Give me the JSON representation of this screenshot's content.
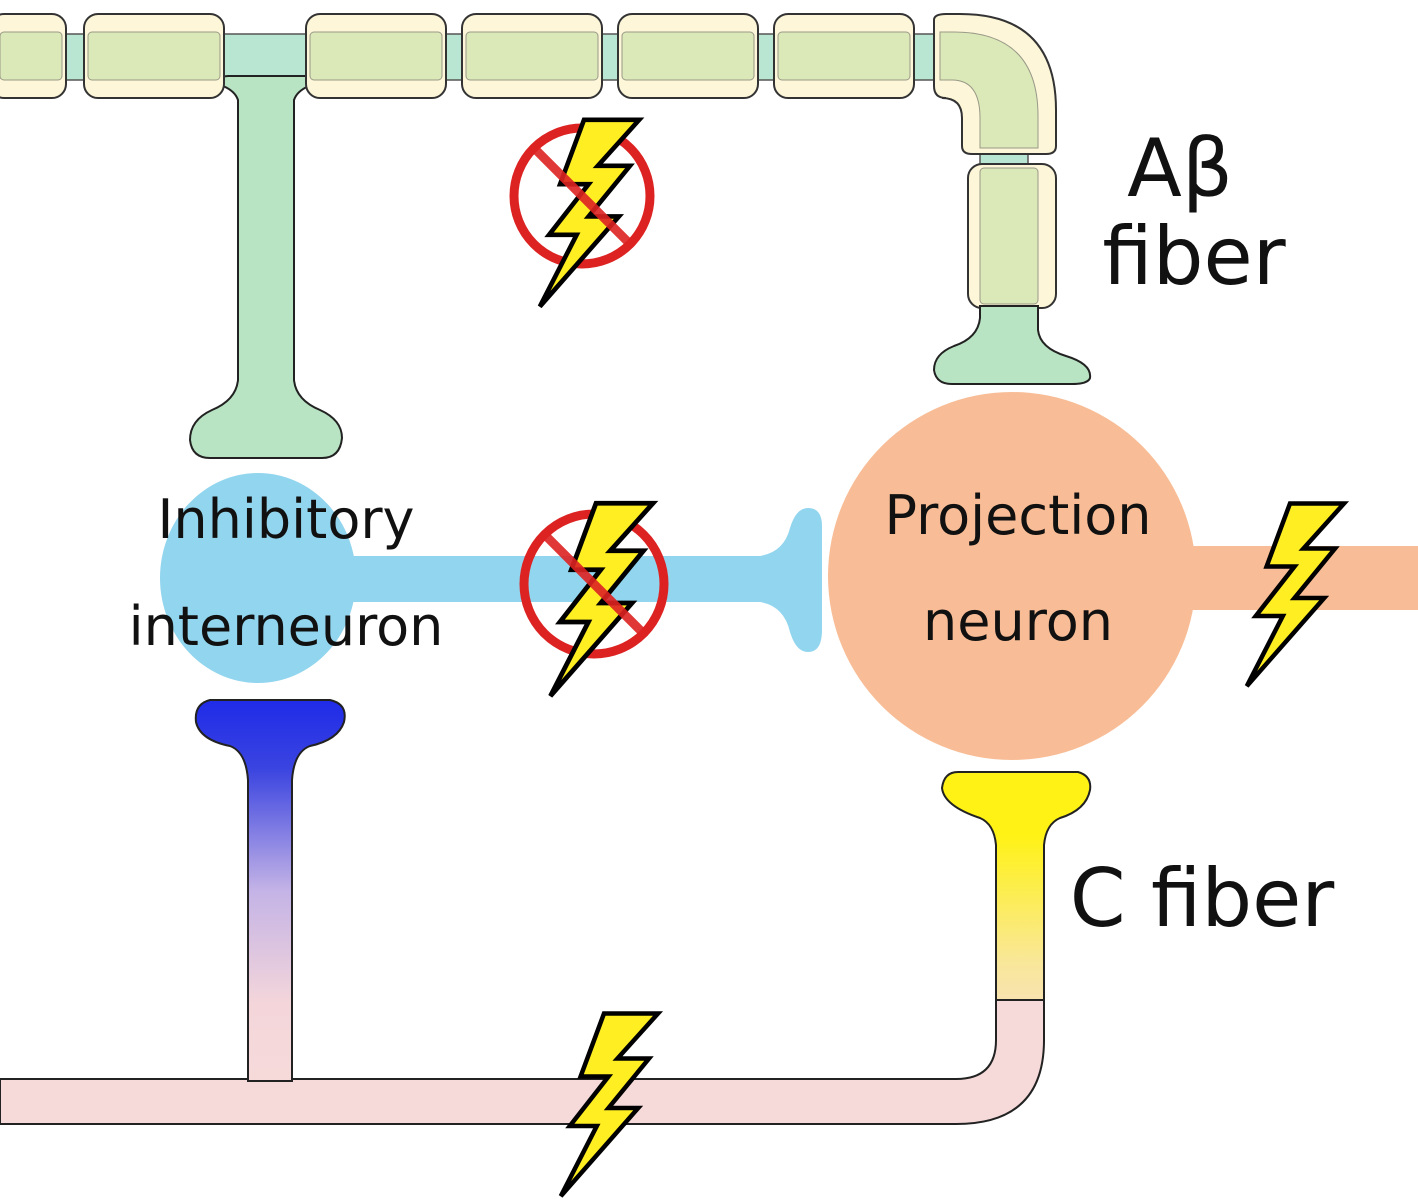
{
  "labels": {
    "inhibitory_line1": "Inhibitory",
    "inhibitory_line2": "interneuron",
    "projection_line1": "Projection",
    "projection_line2": "neuron",
    "abeta_line1": "Aβ",
    "abeta_line2": "fiber",
    "cfiber": "C fiber"
  },
  "colors": {
    "myelin": "#fdf6d8",
    "abeta_axon": "#dbe8b8",
    "abeta_terminal": "#b9e4c4",
    "node": "#b8e6d2",
    "interneuron": "#92d5ee",
    "projection": "#f8bd96",
    "c_fiber": "#f6dada",
    "c_terminal": "#fff214",
    "inhibitory_terminal": "#1626e8",
    "lightning": "#ffee22",
    "prohibition": "#dd2222"
  },
  "icons": [
    "lightning-icon",
    "no-signal-icon"
  ]
}
